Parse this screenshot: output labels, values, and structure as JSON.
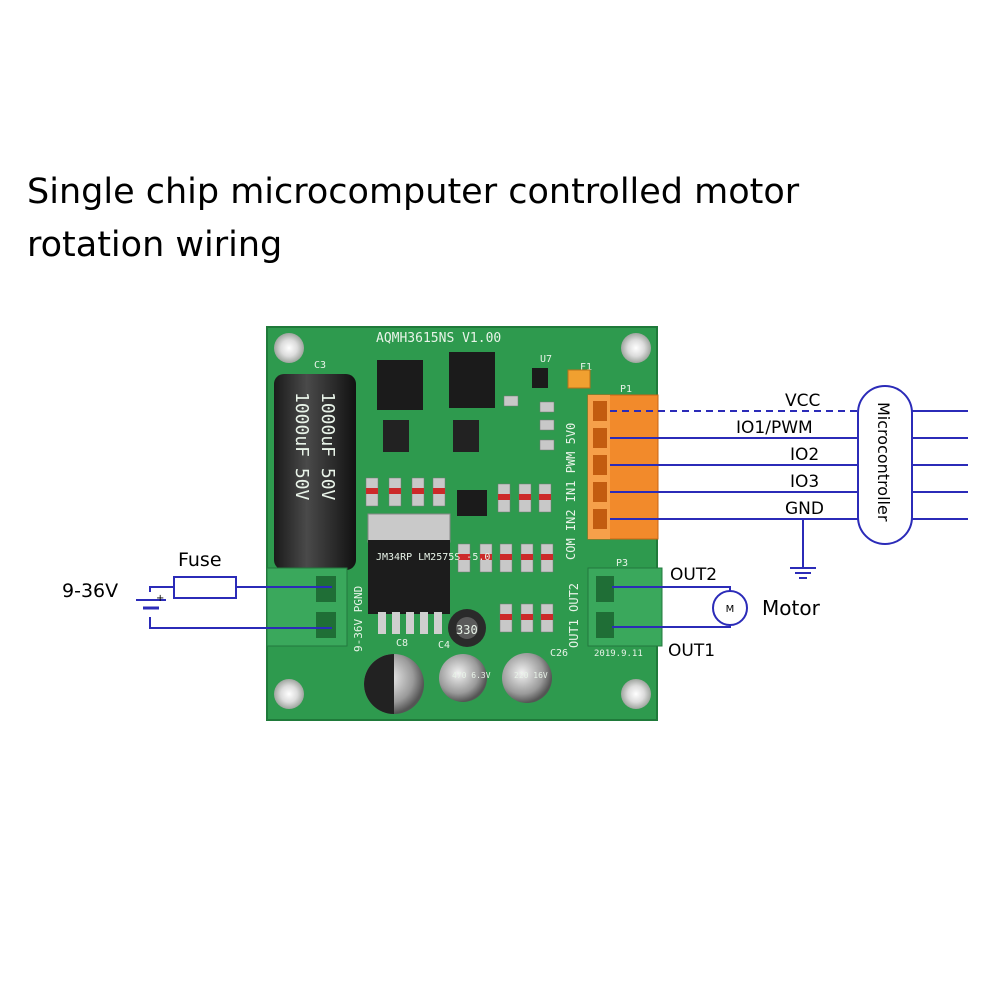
{
  "title": {
    "line1": "Single chip microcomputer controlled motor",
    "line2": "rotation wiring"
  },
  "wiring": {
    "fuse_label": "Fuse",
    "supply_label": "9-36V",
    "motor_label": "Motor",
    "motor_symbol": "M",
    "out2_label": "OUT2",
    "out1_label": "OUT1",
    "controller_label": "Microcontroller",
    "signals": [
      "VCC",
      "IO1/PWM",
      "IO2",
      "IO3",
      "GND"
    ]
  },
  "board": {
    "model": "AQMH3615NS V1.00",
    "cap_c3_text": "1000uF 50V",
    "cap_c3_text2": "1000uF 50V",
    "regulator_text": "JM34RP LM2575S -5.0",
    "inductor_text": "330",
    "cap_470_text": "470 6.3V",
    "cap_220_text": "220 16V",
    "p1_pins": "COM IN2 IN1 PWM 5V0",
    "p3_pins": "OUT1 OUT2",
    "power_pins": "9-36V PGND",
    "label_c3": "C3",
    "label_c8": "C8",
    "label_c4": "C4",
    "label_c26": "C26",
    "label_p1": "P1",
    "label_p3": "P3",
    "label_f1": "F1",
    "label_u7": "U7",
    "date_code": "2019.9.11"
  },
  "colors": {
    "wire": "#2b2bb8",
    "pcb": "#2e9a4e",
    "terminal_orange": "#f28a2b",
    "terminal_green": "#3aa85c"
  }
}
